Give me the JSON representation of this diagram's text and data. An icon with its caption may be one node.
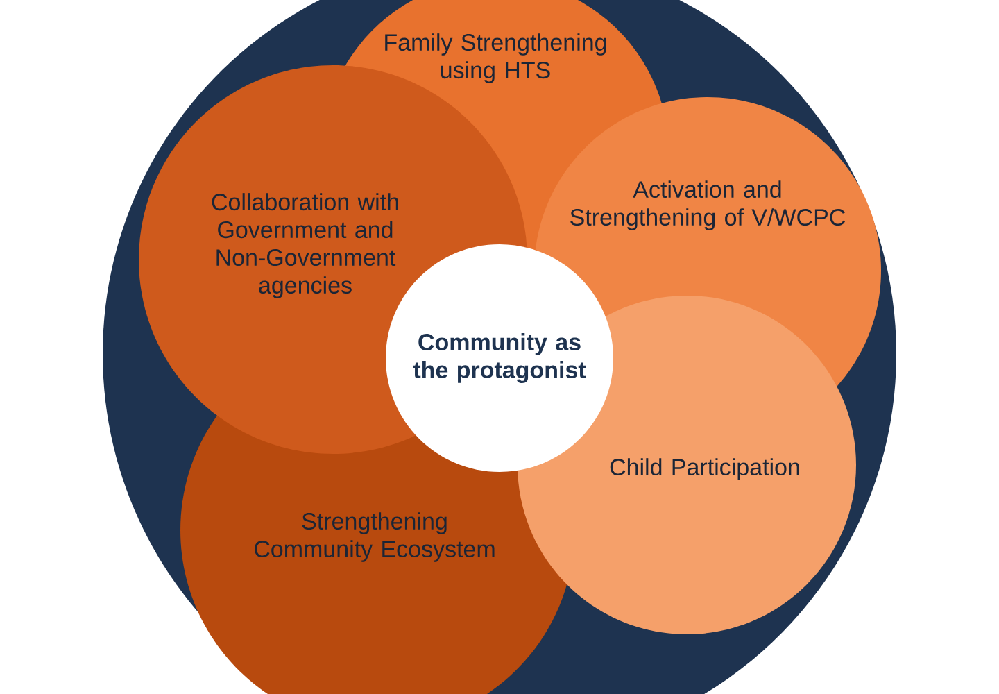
{
  "diagram": {
    "nodes": [
      {
        "text": [
          "Family Strengthening using HTS"
        ]
      },
      {
        "text": [
          "Collaboration with Government and Non-Government agencies"
        ]
      },
      {
        "text": [
          "Activation and Strengthening of V/WCPC"
        ]
      },
      {
        "text": [
          "Community as the protagonist"
        ]
      },
      {
        "text": [
          "Child Participation"
        ]
      },
      {
        "text": [
          "Strengthening Community Ecosystem"
        ]
      }
    ]
  }
}
